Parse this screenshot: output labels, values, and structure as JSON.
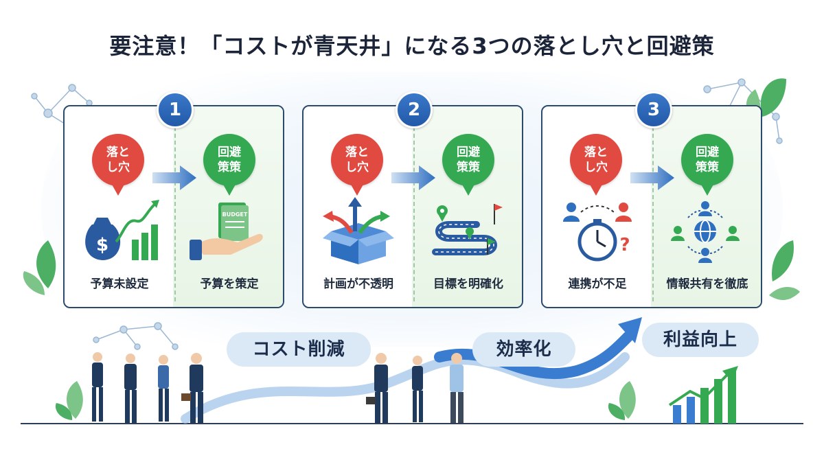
{
  "title": "要注意！「コストが青天井」になる3つの落とし穴と回避策",
  "colors": {
    "pitfall": "#e14a40",
    "solution": "#35a952",
    "accent_blue": "#2a66b8",
    "card_border": "#2c4a6e"
  },
  "cards": [
    {
      "number": "1",
      "pitfall_badge": "落とし穴",
      "solution_badge": "回避策策",
      "pitfall_label": "予算未設定",
      "solution_label": "予算を策定",
      "pitfall_icon": "money-bag-chart-icon",
      "solution_icon": "budget-hand-icon",
      "budget_text": "BUDGET"
    },
    {
      "number": "2",
      "pitfall_badge": "落とし穴",
      "solution_badge": "回避策策",
      "pitfall_label": "計画が不透明",
      "solution_label": "目標を明確化",
      "pitfall_icon": "box-arrows-icon",
      "solution_icon": "roadmap-icon"
    },
    {
      "number": "3",
      "pitfall_badge": "落とし穴",
      "solution_badge": "回避策策",
      "pitfall_label": "連携が不足",
      "solution_label": "情報共有を徹底",
      "pitfall_icon": "clock-people-icon",
      "solution_icon": "network-people-icon"
    }
  ],
  "outcomes": [
    "コスト削減",
    "効率化",
    "利益向上"
  ]
}
